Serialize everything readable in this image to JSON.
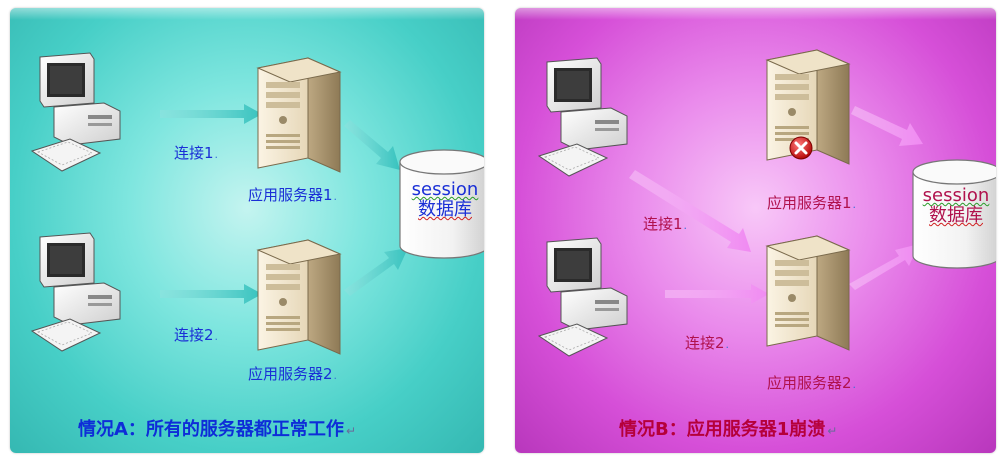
{
  "panel_a": {
    "connection1": "连接1",
    "connection2": "连接2",
    "server1": "应用服务器1",
    "server2": "应用服务器2",
    "db_line1": "session",
    "db_line2": "数据库",
    "caption": "情况A：所有的服务器都正常工作"
  },
  "panel_b": {
    "connection1": "连接1",
    "connection2": "连接2",
    "server1": "应用服务器1",
    "server2": "应用服务器2",
    "db_line1": "session",
    "db_line2": "数据库",
    "caption": "情况B：应用服务器1崩溃"
  },
  "colors": {
    "panel_a_bg": "#47cfc7",
    "panel_b_bg": "#d64fd8",
    "arrow_a": "#3fc7c3",
    "arrow_b": "#f29af4",
    "label_blue": "#1a2fd6",
    "label_crimson": "#b0124d",
    "error_red": "#d21c1c"
  },
  "icons": [
    "computer-icon",
    "server-icon",
    "database-icon",
    "error-icon"
  ]
}
